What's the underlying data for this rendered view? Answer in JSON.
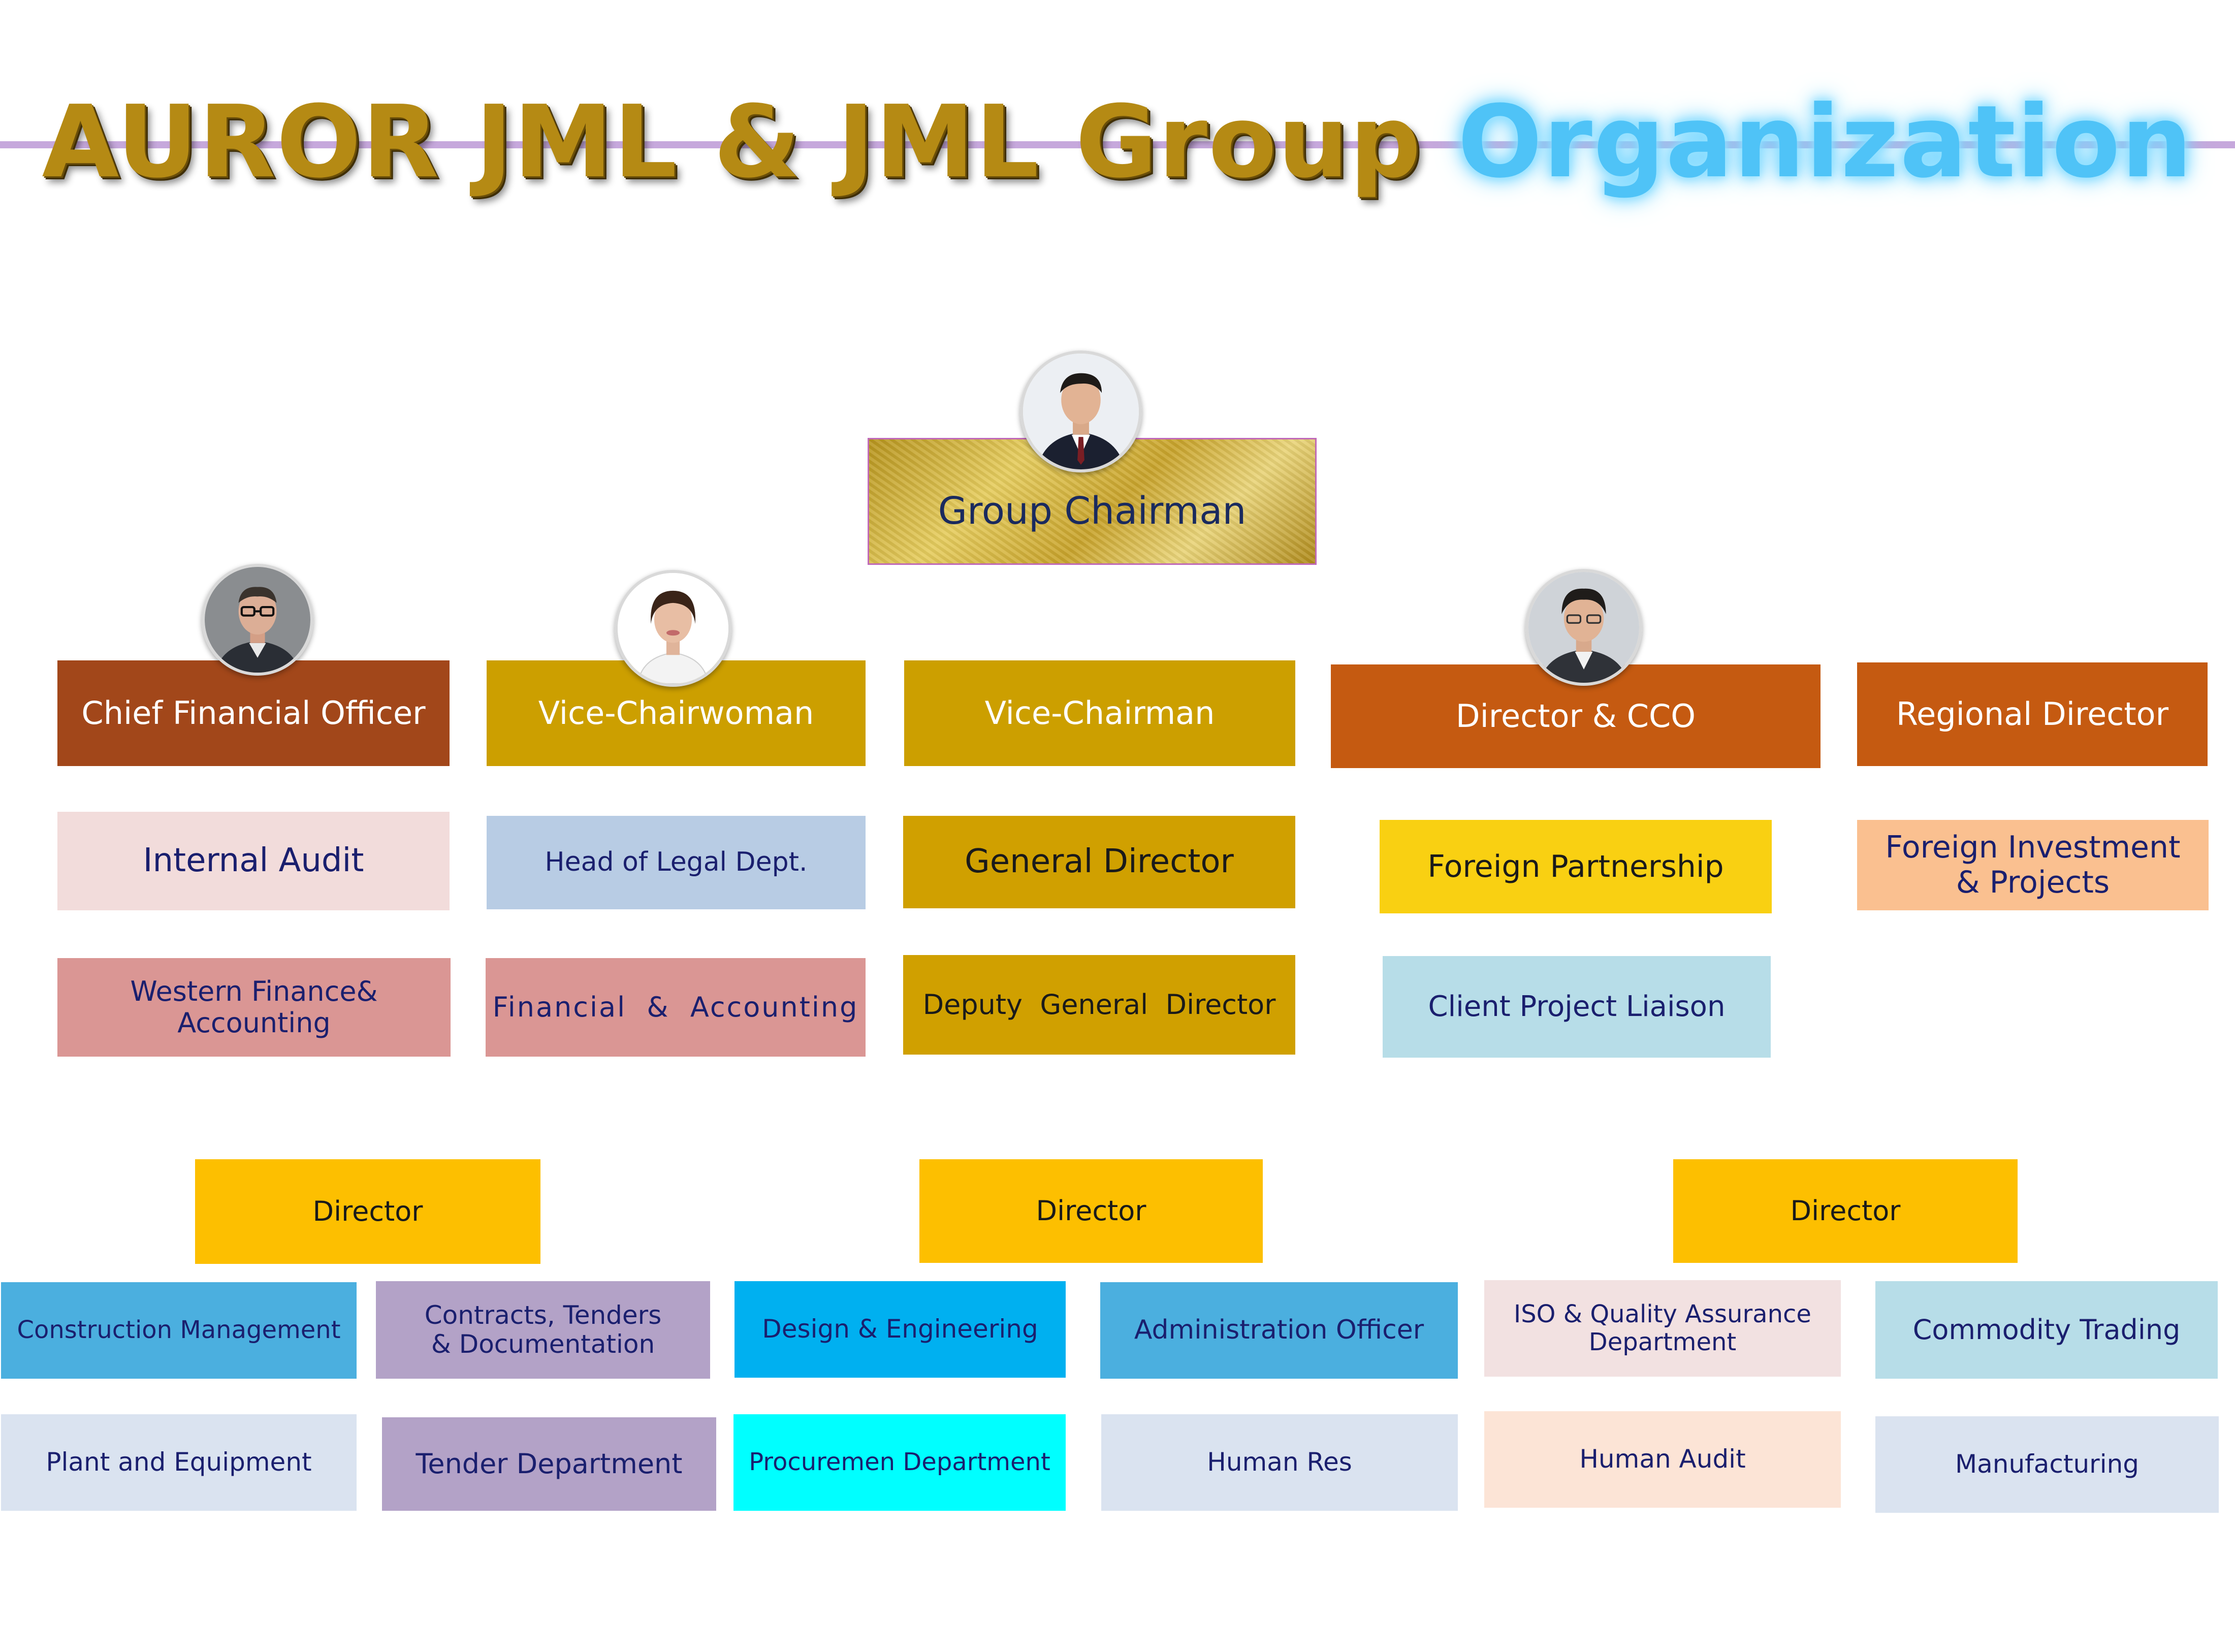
{
  "title": {
    "main": "AUROR JML & JML Group",
    "accent": "Organization"
  },
  "colors": {
    "gold_title": "#b58a14",
    "accent_glow": "#4fc3f7",
    "director_yellow": "#fdbf00",
    "text_navy": "#1a1f6e"
  },
  "chairman": {
    "label": "Group Chairman",
    "icon": "chairman-portrait-icon"
  },
  "executives": [
    {
      "label": "Chief Financial Officer",
      "icon": "cfo-portrait-icon"
    },
    {
      "label": "Vice-Chairwoman",
      "icon": "vice-chairwoman-portrait-icon"
    },
    {
      "label": "Vice-Chairman"
    },
    {
      "label": "Director & CCO",
      "icon": "director-cco-portrait-icon"
    },
    {
      "label": "Regional Director"
    }
  ],
  "units": {
    "internal_audit": "Internal Audit",
    "western_finance": "Western Finance&\nAccounting",
    "head_legal": "Head of Legal Dept.",
    "financial_accounting": "Financial  &  Accounting",
    "general_director": "General Director",
    "deputy_general_director": "Deputy  General  Director",
    "foreign_partnership": "Foreign Partnership",
    "client_project_liaison": "Client Project Liaison",
    "foreign_investment": "Foreign Investment\n& Projects"
  },
  "directors": [
    {
      "label": "Director",
      "departments": [
        "Construction Management",
        "Contracts, Tenders\n& Documentation",
        "Plant and Equipment",
        "Tender Department"
      ]
    },
    {
      "label": "Director",
      "departments": [
        "Design & Engineering",
        "Administration Officer",
        "Procuremen Department",
        "Human Res"
      ]
    },
    {
      "label": "Director",
      "departments": [
        "ISO & Quality Assurance\nDepartment",
        "Commodity Trading",
        "Human Audit",
        "Manufacturing"
      ]
    }
  ]
}
